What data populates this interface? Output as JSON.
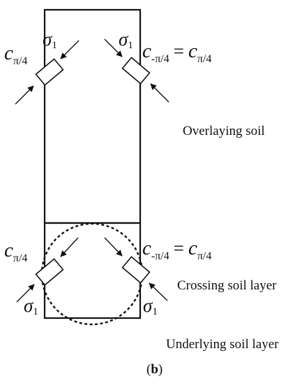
{
  "labels": {
    "sigma": "σ",
    "sigma_sub": "1",
    "c": "c",
    "sub_pos": "π/4",
    "sub_neg": "-π/4",
    "equals": "=",
    "overlaying": "Overlaying soil",
    "crossing": "Crossing soil layer",
    "underlying": "Underlying soil layer"
  },
  "caption": {
    "open": "(",
    "letter": "b",
    "close": ")"
  },
  "colors": {
    "stroke": "#111111",
    "background": "#ffffff"
  }
}
